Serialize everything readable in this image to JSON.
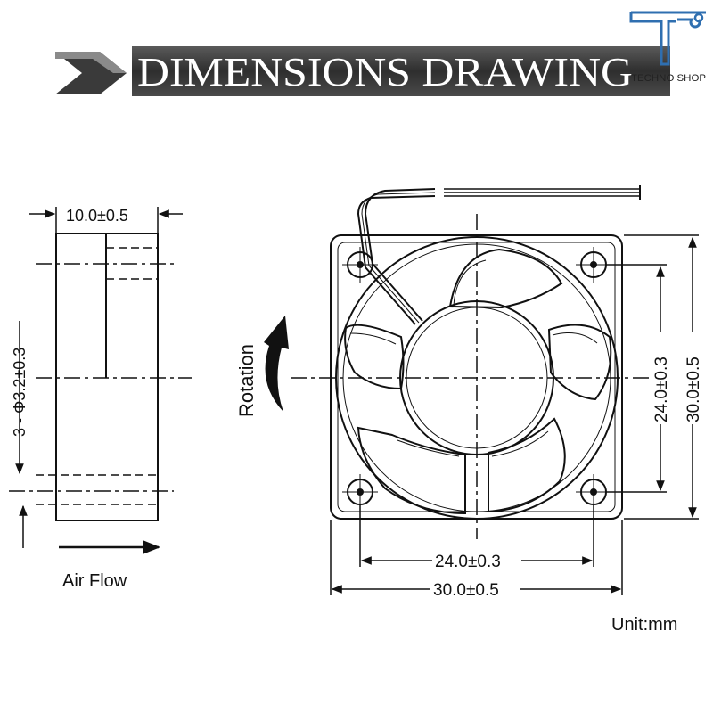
{
  "header": {
    "title": "DIMENSIONS DRAWING",
    "logo_text": "TECHNO SHOP"
  },
  "side_view": {
    "thickness_label": "10.0±0.5",
    "hole_label": "3 - Φ3.2±0.3",
    "airflow_label": "Air Flow"
  },
  "front_view": {
    "rotation_label": "Rotation",
    "hole_spacing_vertical": "24.0±0.3",
    "size_vertical": "30.0±0.5",
    "hole_spacing_horizontal": "24.0±0.3",
    "size_horizontal": "30.0±0.5"
  },
  "unit_label": "Unit:mm",
  "colors": {
    "line": "#111111",
    "title_band": "#3a3a3a",
    "logo_accent": "#2f6fb0"
  }
}
